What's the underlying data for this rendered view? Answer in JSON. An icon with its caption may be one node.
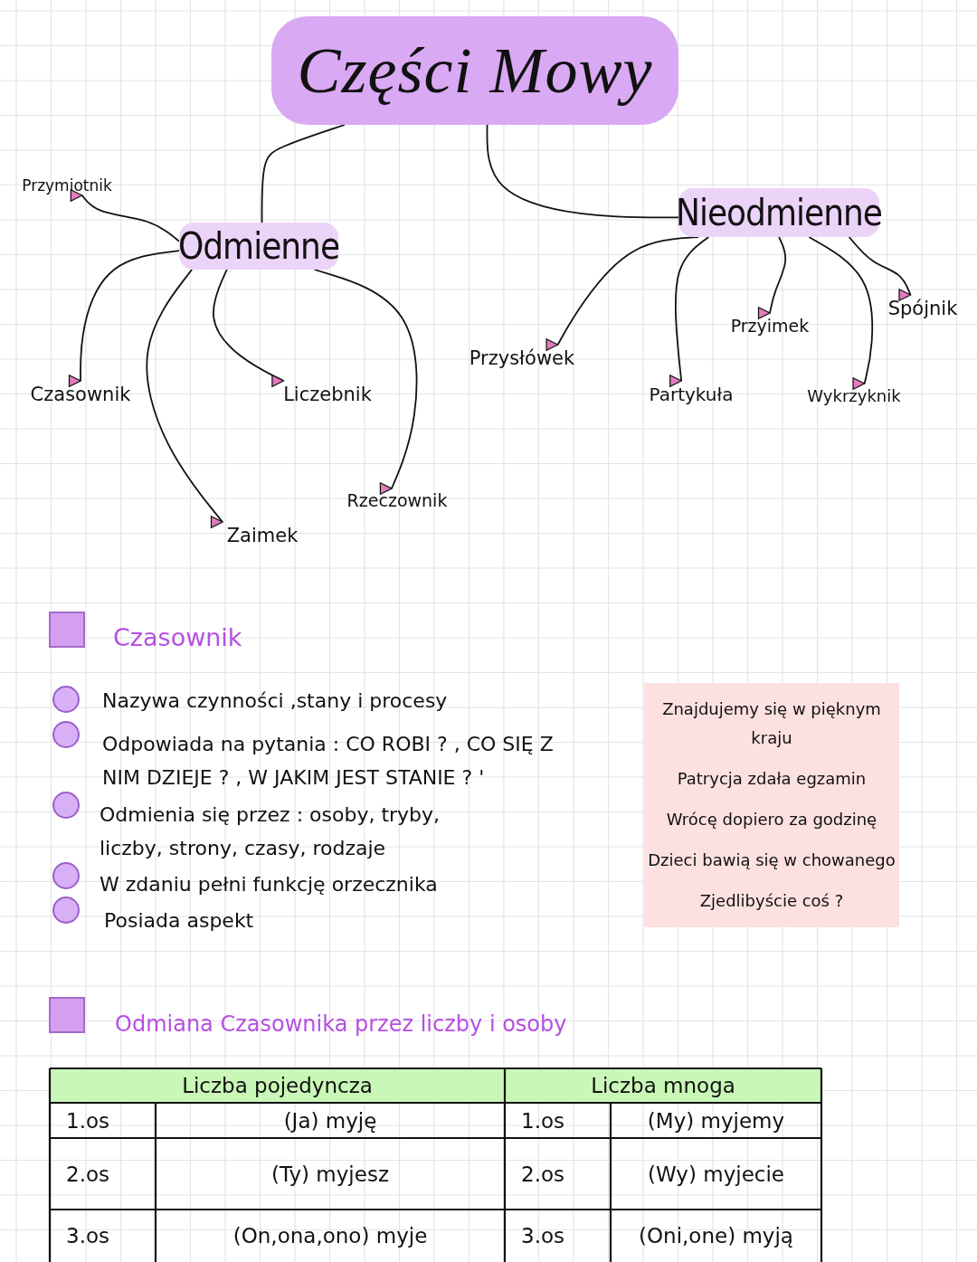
{
  "diagram": {
    "nodes": [
      {
        "text": [
          "Części Mowy"
        ]
      },
      {
        "text": [
          "Odmienne"
        ]
      },
      {
        "text": [
          "Nieodmienne"
        ]
      },
      {
        "text": [
          "Przymiotnik"
        ]
      },
      {
        "text": [
          "Czasownik"
        ]
      },
      {
        "text": [
          "Liczebnik"
        ]
      },
      {
        "text": [
          "Zaimek"
        ]
      },
      {
        "text": [
          "Rzeczownik"
        ]
      },
      {
        "text": [
          "Przysłówek"
        ]
      },
      {
        "text": [
          "Partykuła"
        ]
      },
      {
        "text": [
          "Przyimek"
        ]
      },
      {
        "text": [
          "Spójnik"
        ]
      },
      {
        "text": [
          "Wykrzyknik"
        ]
      },
      {
        "text": [
          "Znajdujemy się w pięknym kraju",
          "Patrycja zdała egzamin",
          "Wrócę dopiero za godzinę",
          "Dzieci bawią się w chowanego",
          "Zjedlibyście coś ?"
        ]
      }
    ],
    "edges": [
      {
        "from": 0,
        "to": 1,
        "arrow": "none"
      },
      {
        "from": 0,
        "to": 2,
        "arrow": "none"
      },
      {
        "from": 1,
        "to": 3,
        "arrow": "to"
      },
      {
        "from": 1,
        "to": 4,
        "arrow": "to"
      },
      {
        "from": 1,
        "to": 5,
        "arrow": "to"
      },
      {
        "from": 1,
        "to": 6,
        "arrow": "to"
      },
      {
        "from": 1,
        "to": 7,
        "arrow": "to"
      },
      {
        "from": 2,
        "to": 8,
        "arrow": "to"
      },
      {
        "from": 2,
        "to": 9,
        "arrow": "to"
      },
      {
        "from": 2,
        "to": 10,
        "arrow": "to"
      },
      {
        "from": 2,
        "to": 11,
        "arrow": "to"
      },
      {
        "from": 2,
        "to": 12,
        "arrow": "to"
      }
    ],
    "labels": [
      "Czasownik",
      "Nazywa czynności ,stany i procesy",
      "Odpowiada na pytania : CO ROBI ? , CO SIĘ Z NIM DZIEJE ? , W JAKIM JEST STANIE ? '",
      "Odmienia się przez : osoby, tryby, liczby, strony, czasy, rodzaje",
      "W zdaniu pełni funkcję orzecznika",
      "Posiada aspekt",
      "Odmiana Czasownika przez liczby i osoby",
      "Liczba pojedyncza",
      "Liczba mnoga",
      "1.os",
      "(Ja) myję",
      "1.os",
      "(My) myjemy",
      "2.os",
      "(Ty) myjesz",
      "2.os",
      "(Wy) myjecie",
      "3.os",
      "(On,ona,ono) myje",
      "3.os",
      "(Oni,one) myją"
    ]
  }
}
